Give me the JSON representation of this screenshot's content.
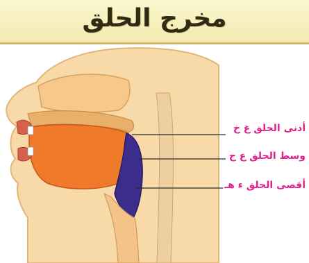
{
  "title": "مخرج الحلق",
  "labels": [
    {
      "text": "أدنى الحلق غ خ"
    },
    {
      "text": "وسط الحلق ع ح"
    },
    {
      "text": "أقصى الحلق ء هـ"
    }
  ],
  "colors": {
    "banner": "#f3eab0",
    "skin": "#f7d29c",
    "mouth": "#ef7a2a",
    "throat": "#3c2d8c",
    "label": "#e0208c"
  }
}
